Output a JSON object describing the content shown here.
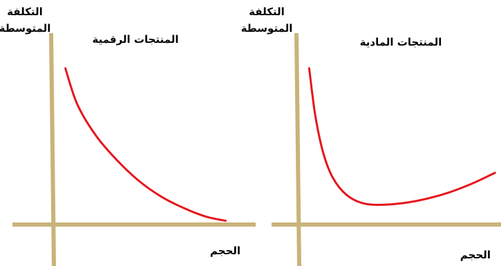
{
  "colors": {
    "axis": "#C9B37A",
    "curve": "#E5161D",
    "text": "#000000"
  },
  "chart_data": [
    {
      "type": "line",
      "title": "المنتجات الرقمية",
      "ylabel_line1": "التكلفة",
      "ylabel_line2": "المتوسطة",
      "xlabel": "الحجم",
      "xlim": [
        0,
        10
      ],
      "ylim": [
        0,
        10
      ],
      "series": [
        {
          "x": [
            0.55,
            1.2,
            2.2,
            3.4,
            4.6,
            5.8,
            7.0,
            8.2,
            9.3
          ],
          "y": [
            9.0,
            6.9,
            5.1,
            3.6,
            2.4,
            1.5,
            0.85,
            0.35,
            0.1
          ]
        }
      ]
    },
    {
      "type": "line",
      "title": "المنتجات المادية",
      "ylabel_line1": "التكلفة",
      "ylabel_line2": "المتوسطة",
      "xlabel": "الحجم",
      "xlim": [
        0,
        10
      ],
      "ylim": [
        0,
        10
      ],
      "series": [
        {
          "x": [
            0.4,
            0.7,
            1.1,
            1.6,
            2.3,
            3.2,
            4.4,
            5.8,
            7.2,
            8.6,
            9.8
          ],
          "y": [
            9.0,
            6.3,
            4.1,
            2.6,
            1.6,
            1.1,
            1.05,
            1.25,
            1.65,
            2.25,
            2.9
          ]
        }
      ]
    }
  ]
}
